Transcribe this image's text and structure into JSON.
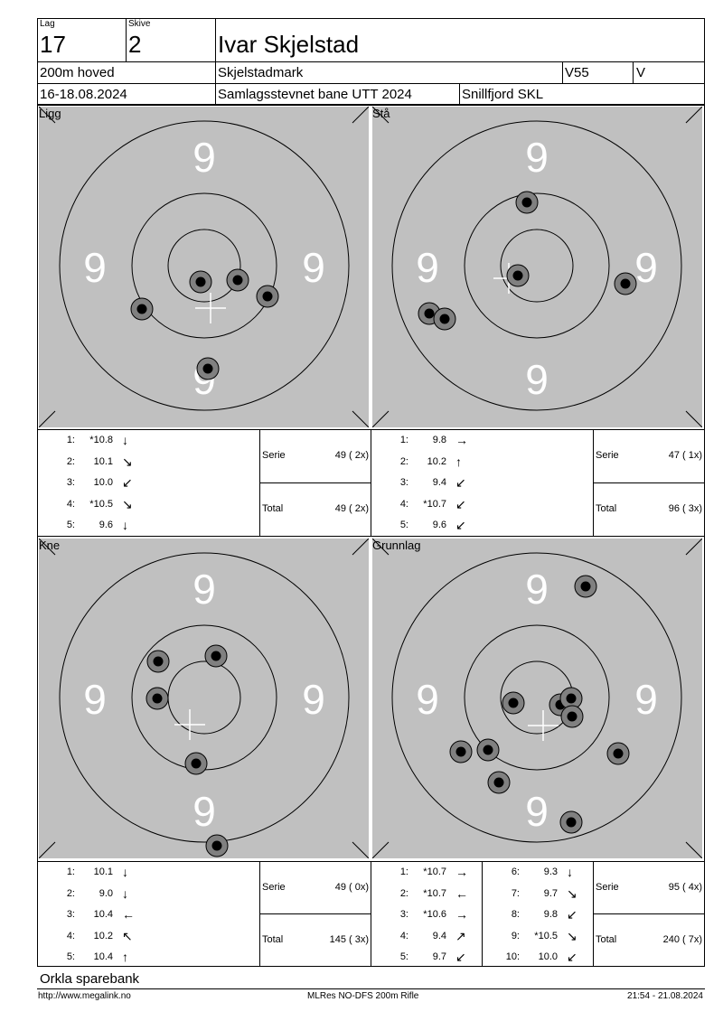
{
  "header": {
    "lag_label": "Lag",
    "lag_value": "17",
    "skive_label": "Skive",
    "skive_value": "2",
    "shooter_name": "Ivar Skjelstad",
    "program": "200m hoved",
    "location": "Skjelstadmark",
    "class": "V55",
    "class2": "V",
    "date": "16-18.08.2024",
    "event": "Samlagsstevnet bane UTT 2024",
    "club": "Snillfjord SKL"
  },
  "ring_label": "9",
  "phases": [
    {
      "name": "Ligg",
      "shots": [
        {
          "n": "1:",
          "v": "*10.8",
          "dir": "down"
        },
        {
          "n": "2:",
          "v": "10.1",
          "dir": "down-right"
        },
        {
          "n": "3:",
          "v": "10.0",
          "dir": "down-left"
        },
        {
          "n": "4:",
          "v": "*10.5",
          "dir": "down-right"
        },
        {
          "n": "5:",
          "v": "9.6",
          "dir": "down"
        }
      ],
      "serie_label": "Serie",
      "serie_value": "49 ( 2x)",
      "total_label": "Total",
      "total_value": "49 ( 2x)"
    },
    {
      "name": "Stå",
      "shots": [
        {
          "n": "1:",
          "v": "9.8",
          "dir": "right"
        },
        {
          "n": "2:",
          "v": "10.2",
          "dir": "up"
        },
        {
          "n": "3:",
          "v": "9.4",
          "dir": "down-left"
        },
        {
          "n": "4:",
          "v": "*10.7",
          "dir": "down-left"
        },
        {
          "n": "5:",
          "v": "9.6",
          "dir": "down-left"
        }
      ],
      "serie_label": "Serie",
      "serie_value": "47 ( 1x)",
      "total_label": "Total",
      "total_value": "96 ( 3x)"
    },
    {
      "name": "Kne",
      "shots": [
        {
          "n": "1:",
          "v": "10.1",
          "dir": "down"
        },
        {
          "n": "2:",
          "v": "9.0",
          "dir": "down"
        },
        {
          "n": "3:",
          "v": "10.4",
          "dir": "left"
        },
        {
          "n": "4:",
          "v": "10.2",
          "dir": "up-left"
        },
        {
          "n": "5:",
          "v": "10.4",
          "dir": "up"
        }
      ],
      "serie_label": "Serie",
      "serie_value": "49 ( 0x)",
      "total_label": "Total",
      "total_value": "145 ( 3x)"
    },
    {
      "name": "Grunnlag",
      "shots": [
        {
          "n": "1:",
          "v": "*10.7",
          "dir": "right"
        },
        {
          "n": "2:",
          "v": "*10.7",
          "dir": "left"
        },
        {
          "n": "3:",
          "v": "*10.6",
          "dir": "right"
        },
        {
          "n": "4:",
          "v": "9.4",
          "dir": "up-right"
        },
        {
          "n": "5:",
          "v": "9.7",
          "dir": "down-left"
        },
        {
          "n": "6:",
          "v": "9.3",
          "dir": "down"
        },
        {
          "n": "7:",
          "v": "9.7",
          "dir": "down-right"
        },
        {
          "n": "8:",
          "v": "9.8",
          "dir": "down-left"
        },
        {
          "n": "9:",
          "v": "*10.5",
          "dir": "down-right"
        },
        {
          "n": "10:",
          "v": "10.0",
          "dir": "down-left"
        }
      ],
      "serie_label": "Serie",
      "serie_value": "95 ( 4x)",
      "total_label": "Total",
      "total_value": "240 ( 7x)"
    }
  ],
  "sponsor": "Orkla sparebank",
  "footer": {
    "url": "http://www.megalink.no",
    "software": "MLRes NO-DFS 200m Rifle",
    "timestamp": "21:54 - 21.08.2024"
  }
}
